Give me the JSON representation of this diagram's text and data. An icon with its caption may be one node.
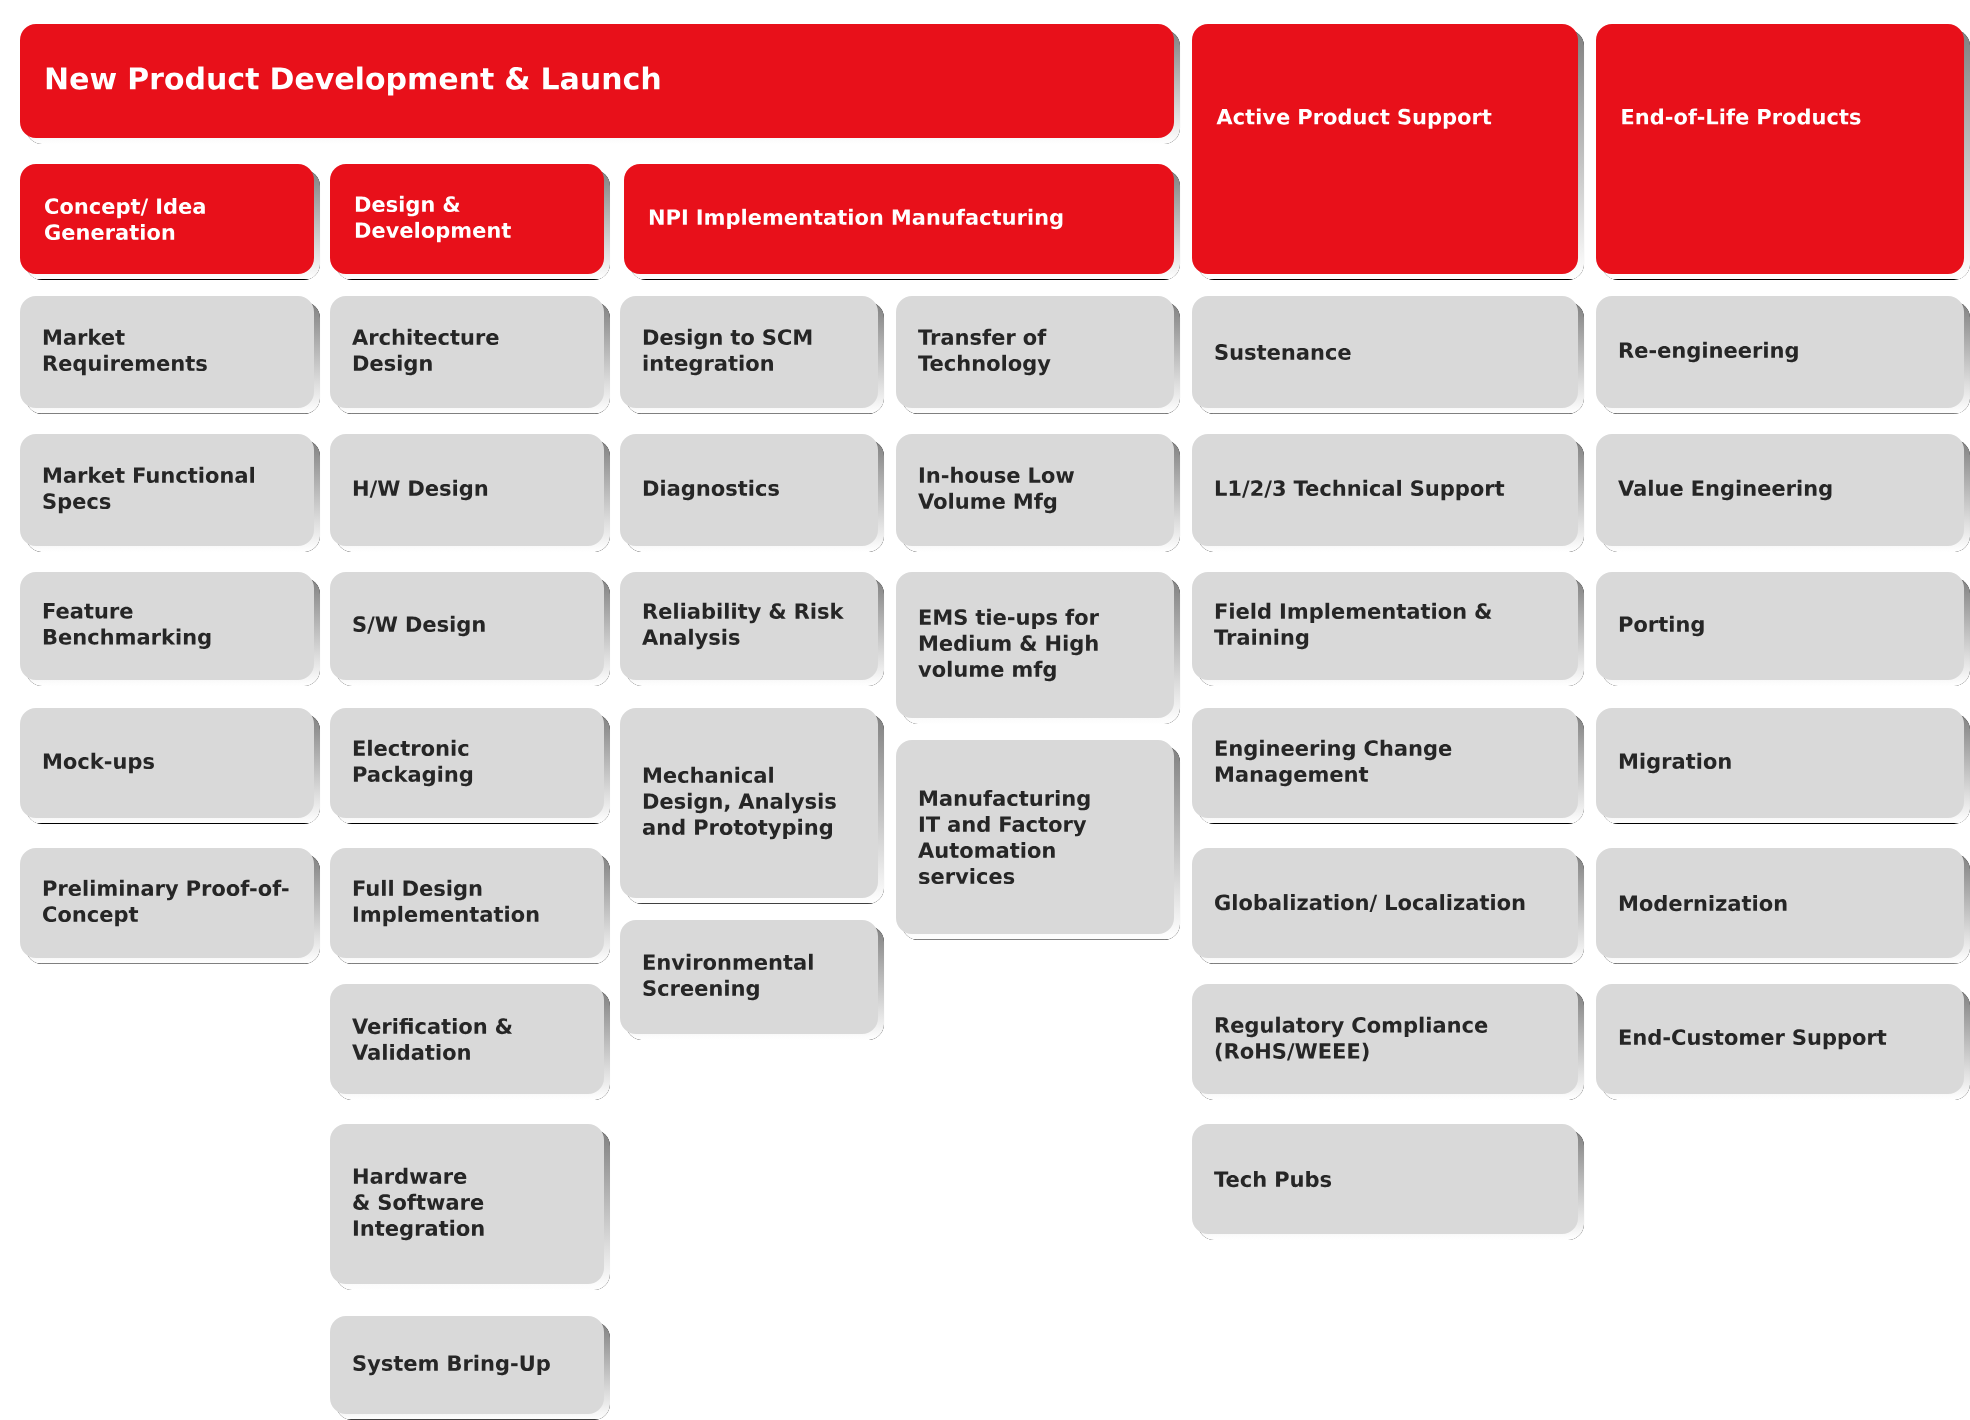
{
  "diagram": {
    "nodes": [
      {
        "text": [
          "New Product Development & Launch"
        ]
      },
      {
        "text": [
          "Concept/ Idea Generation"
        ]
      },
      {
        "text": [
          "Design & Development"
        ]
      },
      {
        "text": [
          "NPI Implementation Manufacturing"
        ]
      },
      {
        "text": [
          "Active Product Support"
        ]
      },
      {
        "text": [
          "End-of-Life Products"
        ]
      },
      {
        "text": [
          "Market Requirements"
        ]
      },
      {
        "text": [
          "Market Functional Specs"
        ]
      },
      {
        "text": [
          "Feature Benchmarking"
        ]
      },
      {
        "text": [
          "Mock-ups"
        ]
      },
      {
        "text": [
          "Preliminary Proof-of-Concept"
        ]
      },
      {
        "text": [
          "Architecture Design"
        ]
      },
      {
        "text": [
          "H/W Design"
        ]
      },
      {
        "text": [
          "S/W Design"
        ]
      },
      {
        "text": [
          "Electronic Packaging"
        ]
      },
      {
        "text": [
          "Full Design Implementation"
        ]
      },
      {
        "text": [
          "Verification & Validation"
        ]
      },
      {
        "text": [
          "Hardware & Software Integration"
        ]
      },
      {
        "text": [
          "System Bring-Up"
        ]
      },
      {
        "text": [
          "Design to SCM integration"
        ]
      },
      {
        "text": [
          "Diagnostics"
        ]
      },
      {
        "text": [
          "Reliability & Risk Analysis"
        ]
      },
      {
        "text": [
          "Mechanical Design, Analysis and Prototyping"
        ]
      },
      {
        "text": [
          "Environmental Screening"
        ]
      },
      {
        "text": [
          "Transfer of Technology"
        ]
      },
      {
        "text": [
          "In-house Low Volume Mfg"
        ]
      },
      {
        "text": [
          "EMS tie-ups for Medium & High volume mfg"
        ]
      },
      {
        "text": [
          "Manufacturing IT and Factory Automation services"
        ]
      },
      {
        "text": [
          "Sustenance"
        ]
      },
      {
        "text": [
          "L1/2/3 Technical Support"
        ]
      },
      {
        "text": [
          "Field Implementation & Training"
        ]
      },
      {
        "text": [
          "Engineering Change Management"
        ]
      },
      {
        "text": [
          "Globalization/ Localization"
        ]
      },
      {
        "text": [
          "Regulatory Compliance (RoHS/WEEE)"
        ]
      },
      {
        "text": [
          "Tech Pubs"
        ]
      },
      {
        "text": [
          "Re-engineering"
        ]
      },
      {
        "text": [
          "Value Engineering"
        ]
      },
      {
        "text": [
          "Porting"
        ]
      },
      {
        "text": [
          "Migration"
        ]
      },
      {
        "text": [
          "Modernization"
        ]
      },
      {
        "text": [
          "End-Customer Support"
        ]
      }
    ]
  }
}
